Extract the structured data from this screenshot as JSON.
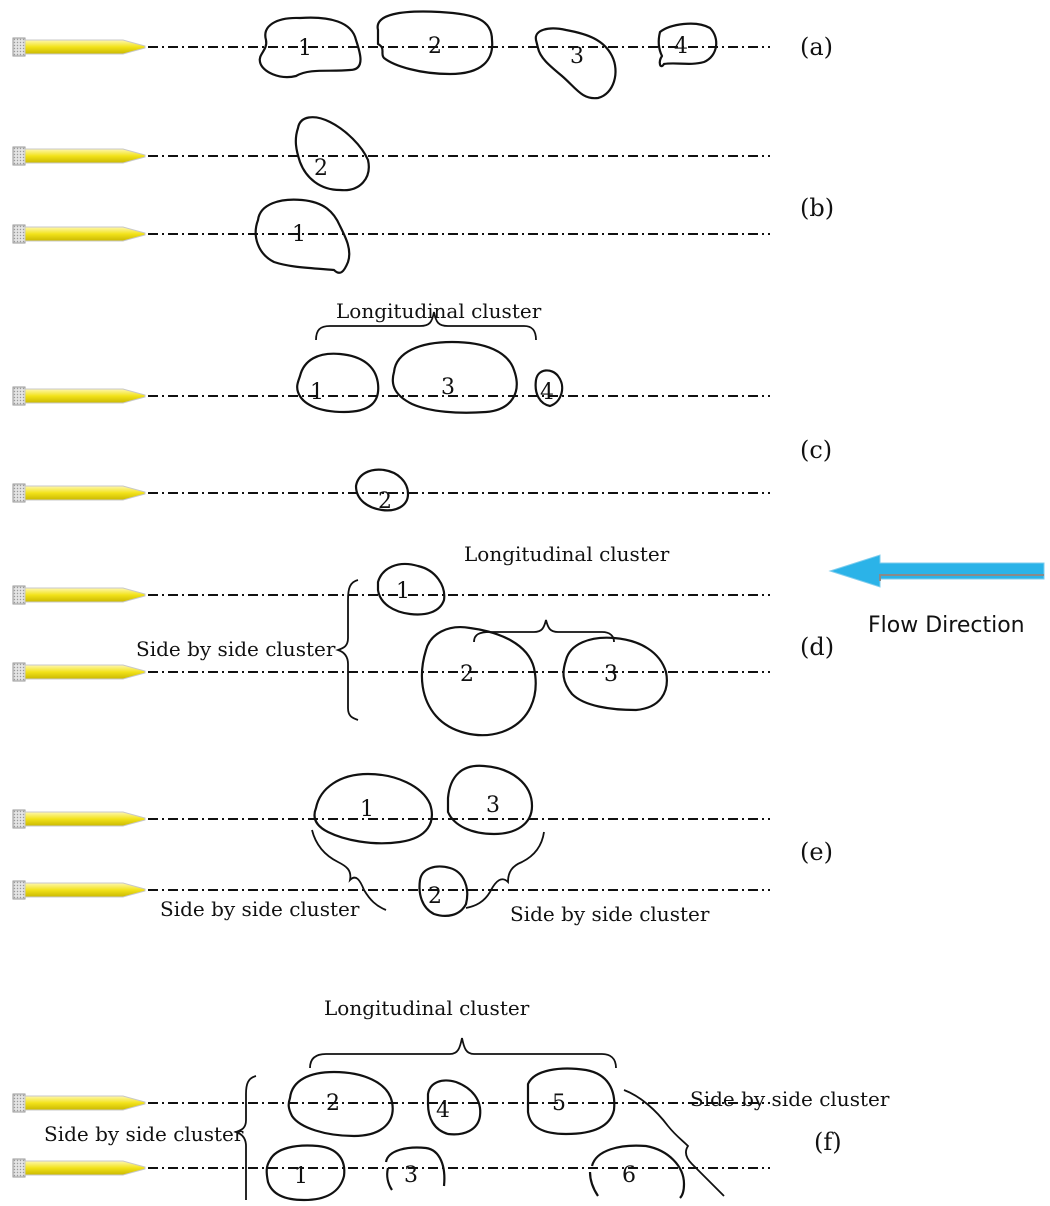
{
  "panels": {
    "a": "(a)",
    "b": "(b)",
    "c": "(c)",
    "d": "(d)",
    "e": "(e)",
    "f": "(f)"
  },
  "bubble_numbers": {
    "a": [
      "1",
      "2",
      "3",
      "4"
    ],
    "b": [
      "2",
      "1"
    ],
    "c": [
      "1",
      "3",
      "4",
      "2"
    ],
    "d": [
      "1",
      "2",
      "3"
    ],
    "e": [
      "1",
      "3",
      "2"
    ],
    "f": [
      "2",
      "4",
      "5",
      "1",
      "3",
      "6"
    ]
  },
  "captions": {
    "longitudinal": "Longitudinal cluster",
    "side_by_side": "Side by side cluster"
  },
  "flow": {
    "label": "Flow Direction",
    "arrow_color": "#2bb3e8"
  },
  "colors": {
    "nozzle_yellow": "#f2e21a",
    "nozzle_cap": "#cfcfcf"
  }
}
